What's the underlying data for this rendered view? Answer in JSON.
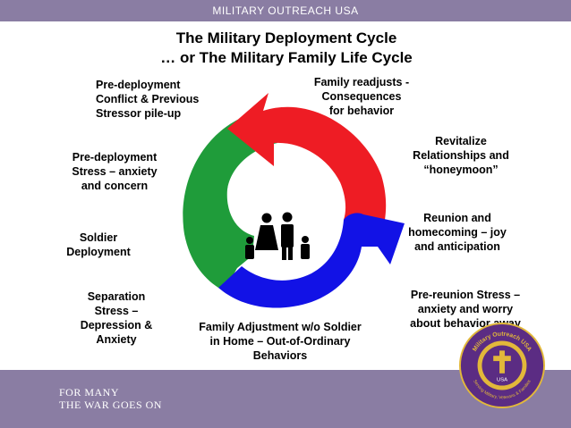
{
  "header": {
    "brand": "MILITARY OUTREACH USA"
  },
  "title": {
    "line1": "The Military Deployment Cycle",
    "line2": "… or The Military Family Life Cycle"
  },
  "stages": {
    "pre_deployment_conflict": [
      "Pre-deployment",
      "Conflict & Previous",
      "Stressor pile-up"
    ],
    "family_readjusts": [
      "Family readjusts -",
      "Consequences",
      "for behavior"
    ],
    "revitalize": [
      "Revitalize",
      "Relationships and",
      "“honeymoon”"
    ],
    "pre_deployment_stress": [
      "Pre-deployment",
      "Stress – anxiety",
      "and concern"
    ],
    "reunion": [
      "Reunion and",
      "homecoming – joy",
      "and anticipation"
    ],
    "soldier_deployment": [
      "Soldier",
      "Deployment"
    ],
    "separation_stress": [
      "Separation",
      "Stress –",
      "Depression &",
      "Anxiety"
    ],
    "pre_reunion_stress": [
      "Pre-reunion Stress –",
      "anxiety and worry",
      "about behavior away"
    ],
    "family_adjustment": [
      "Family Adjustment w/o Soldier",
      "in Home – Out-of-Ordinary",
      "Behaviors"
    ]
  },
  "footer": {
    "line1": "FOR MANY",
    "line2": "THE WAR GOES ON"
  },
  "seal": {
    "top_text": "Military Outreach USA",
    "bottom_text": "Serving Military, Veterans & Families",
    "center_text": "USA"
  },
  "colors": {
    "bar": "#8a7da3",
    "arrow_red": "#ee1c24",
    "arrow_green": "#1f9c3a",
    "arrow_blue": "#1212e6",
    "seal_purple": "#5b2c83",
    "seal_gold": "#e2b83a"
  }
}
